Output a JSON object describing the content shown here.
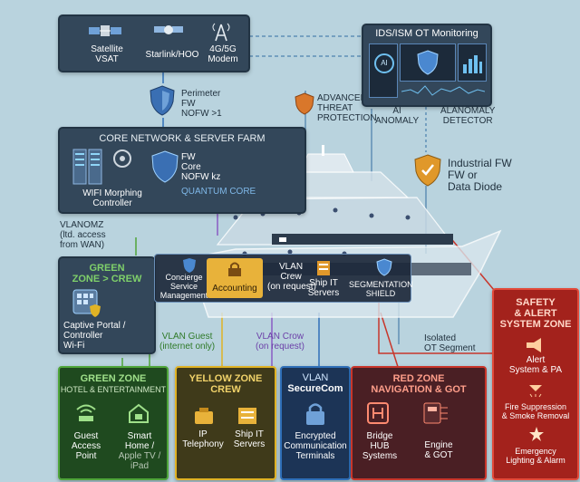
{
  "uplinks": {
    "sat": "Satellite\nVSAT",
    "starlink": "Starlink/HOO",
    "cell": "4G/5G\nModem"
  },
  "perimeter": "Perimeter\nFW\nNOFW >1",
  "advanced": "ADVANCED\nTHREAT\nPROTECTION",
  "ids": {
    "title": "IDS/ISM OT Monitoring",
    "ai": "AI\nANOMALY",
    "alanomaly": "ALANOMALY\nDETECTOR"
  },
  "core": {
    "title": "CORE NETWORK & SERVER FARM",
    "wifi": "WIFI Morphing\nController",
    "fw": "FW\nCore\nNOFW kz",
    "quantum": "QUANTUM CORE"
  },
  "industrial": "Industrial FW\nFW or\nData Diode",
  "vlanomz": "VLANOMZ\n(ltd. access\nfrom WAN)",
  "green_crew": "GREEN\nZONE > CREW",
  "concierge": "Concierge\nService\nManagement",
  "accounting": "Accounting",
  "vlan_crew": "VLAN\nCrew\n(on request)",
  "ship_it": "Ship IT\nServers",
  "segmentation": "SEGMENTATION\nSHIELD",
  "captive": "Captive Portal /\nController\nWi-Fi",
  "vlan_guest": "VLAN Guest\n(internet only)",
  "vlan_crow": "VLAN Crow\n(on request)",
  "isolated": "Isolated\nOT Segment",
  "safety": {
    "title": "SAFETY\n& ALERT\nSYSTEM ZONE",
    "alert": "Alert\nSystem & PA",
    "fire": "Fire Suppression\n& Smoke Removal",
    "emerg": "Emergency\nLighting & Alarm"
  },
  "green_zone": {
    "title": "GREEN ZONE",
    "sub": "HOTEL & ENTERTAINMENT",
    "guest": "Guest\nAccess\nPoint",
    "smart1": "Smart\nHome /",
    "smart2": "Apple TV /\niPad"
  },
  "yellow_zone": {
    "title": "YELLOW ZONE\nCREW",
    "ip": "IP\nTelephony",
    "ship": "Ship IT\nServers"
  },
  "vlan_secure": {
    "title": "VLAN",
    "sub": "SecureCom",
    "desc": "Encrypted\nCommunication\nTerminals"
  },
  "red_zone": {
    "title": "RED ZONE\nNAVIGATION & GOT",
    "bridge": "Bridge\nHUB\nSystems",
    "engine": "Engine\n& GOT"
  },
  "colors": {
    "bg": "#b9d3de",
    "panel": "#33475a",
    "green": "#4fa53a",
    "yellow": "#e0b325",
    "blue": "#2f6fb8",
    "red": "#c8362b",
    "purple": "#8a5bc4"
  }
}
